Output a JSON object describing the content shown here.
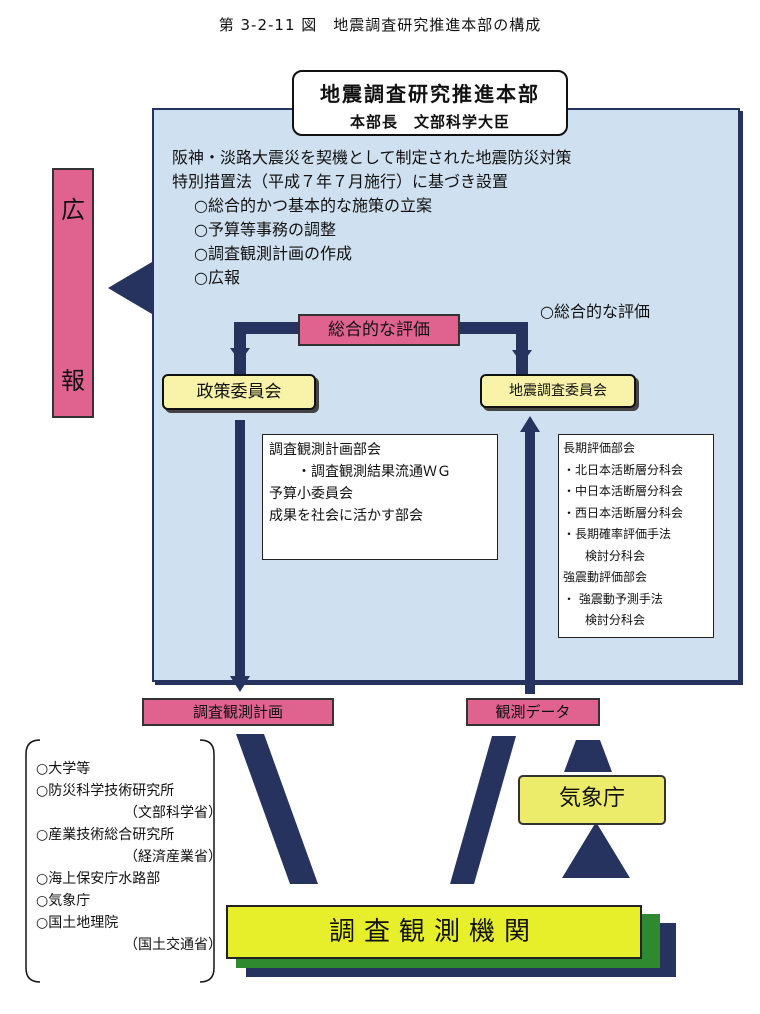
{
  "title": "第 3-2-11 図　地震調査研究推進本部の構成",
  "hq": {
    "name": "地震調査研究推進本部",
    "head": "本部長　文部科学大臣",
    "desc_line1": "阪神・淡路大震災を契機として制定された地震防災対策",
    "desc_line2": "特別措置法（平成７年７月施行）に基づき設置",
    "items": [
      "○総合的かつ基本的な施策の立案",
      "○予算等事務の調整",
      "○調査観測計画の作成",
      "○広報"
    ]
  },
  "pr": {
    "char1": "広",
    "char2": "報"
  },
  "eval_note": "○総合的な評価",
  "eval_tag": "総合的な評価",
  "policy_committee": "政策委員会",
  "research_committee": "地震調査委員会",
  "policy_sub": [
    "調査観測計画部会",
    "・調査観測結果流通ＷＧ",
    "予算小委員会",
    "成果を社会に活かす部会"
  ],
  "research_sub": [
    "長期評価部会",
    "・北日本活断層分科会",
    "・中日本活断層分科会",
    "・西日本活断層分科会",
    "・長期確率評価手法",
    "検討分科会",
    "強震動評価部会",
    "・ 強震動予測手法",
    "検討分科会"
  ],
  "plan_tag": "調査観測計画",
  "data_tag": "観測データ",
  "institutions": [
    "○大学等",
    "○防災科学技術研究所",
    "（文部科学省）",
    "○産業技術総合研究所",
    "（経済産業省）",
    "○海上保安庁水路部",
    "○気象庁",
    "○国土地理院",
    "（国土交通省）"
  ],
  "jma": "気象庁",
  "obs_org": "調査観測機関",
  "colors": {
    "navy": "#25335e",
    "pink": "#e0628e",
    "panel": "#cfe0f0",
    "yellow": "#f8f3a8",
    "lime": "#e6ef2a",
    "green": "#2f8a2f"
  }
}
